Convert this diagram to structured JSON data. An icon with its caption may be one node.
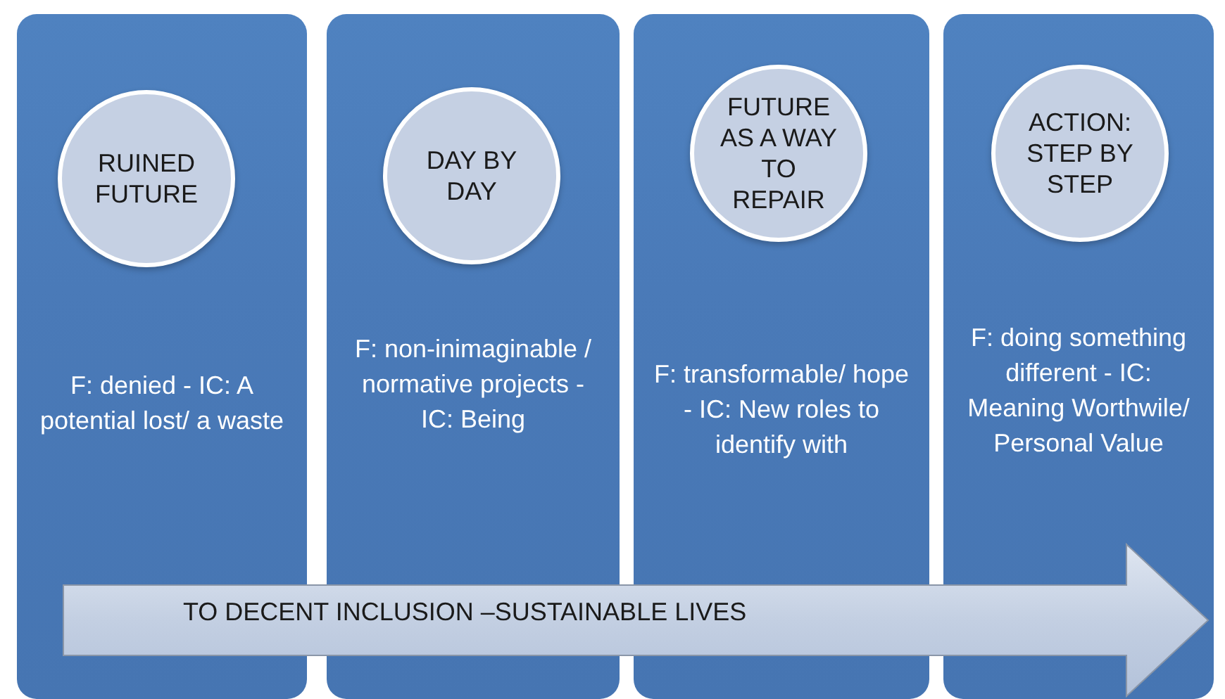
{
  "diagram": {
    "nodes": [
      {
        "text": [
          "F: denied - IC: A potential lost/ a waste"
        ]
      },
      {
        "text": [
          "RUINED FUTURE"
        ],
        "in": 0
      },
      {
        "text": [
          "F: non-inimaginable / normative projects - IC: Being"
        ]
      },
      {
        "text": [
          "DAY BY DAY"
        ],
        "in": 2
      },
      {
        "text": [
          "F: transformable/ hope - IC: New roles to identify with"
        ]
      },
      {
        "text": [
          "FUTURE AS A WAY TO REPAIR"
        ],
        "in": 4
      },
      {
        "text": [
          "F: doing something different - IC: Meaning Worthwile/ Personal Value"
        ]
      },
      {
        "text": [
          "ACTION: STEP BY STEP"
        ],
        "in": 6
      },
      {
        "text": [
          "TO DECENT INCLUSION –SUSTAINABLE LIVES"
        ]
      }
    ],
    "edges": []
  }
}
